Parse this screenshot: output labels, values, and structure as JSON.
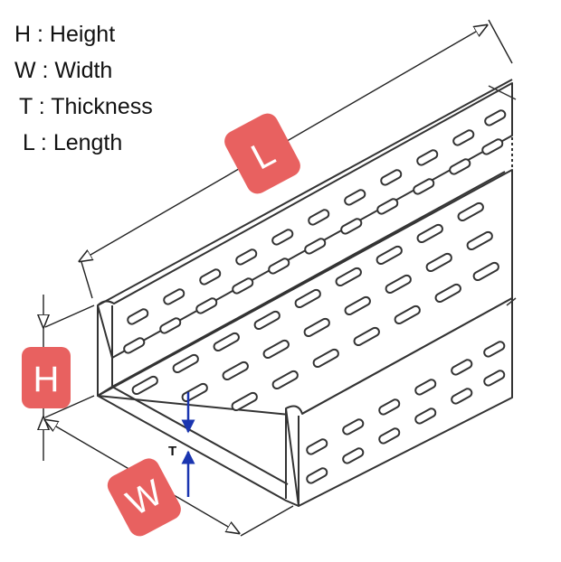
{
  "legend": {
    "height": "H : Height",
    "width": "W : Width",
    "thickness": "T : Thickness",
    "length": "L : Length"
  },
  "badges": {
    "length": "L",
    "height": "H",
    "width": "W"
  },
  "thickness_marker": "T",
  "colors": {
    "badge": "#e86160",
    "outline": "#333333",
    "arrow": "#1a35b0"
  }
}
